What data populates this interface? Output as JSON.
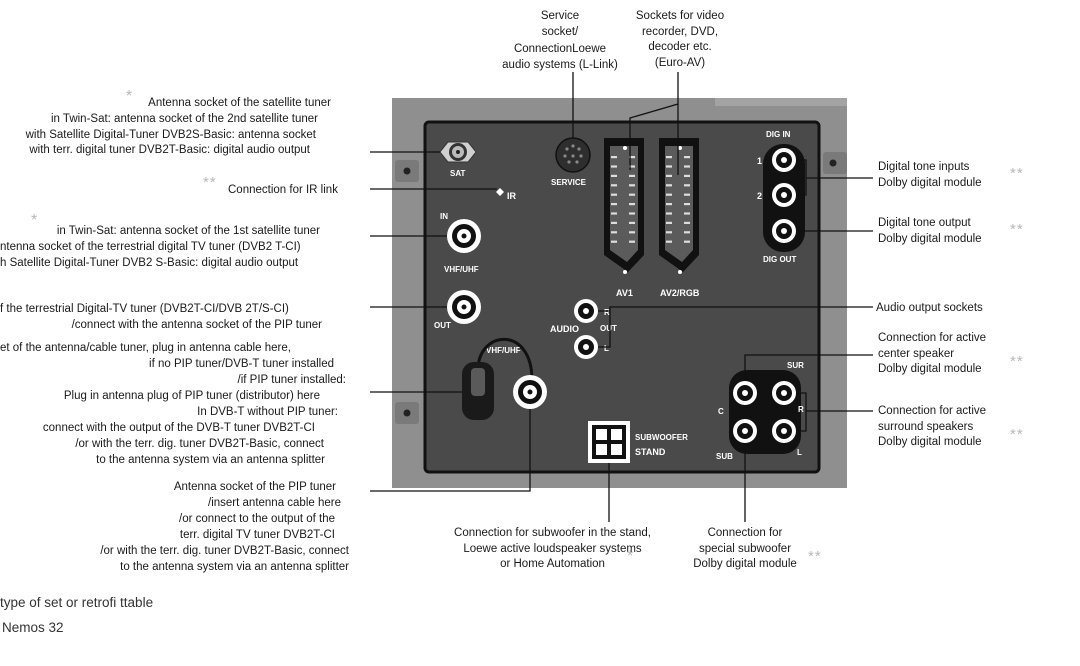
{
  "panel": {
    "sat": "SAT",
    "service": "SERVICE",
    "ir": "IR",
    "in": "IN",
    "vhf_uhf": "VHF/UHF",
    "out": "OUT",
    "vhf_uhf_2": "VHF/UHF",
    "audio": "AUDIO",
    "audio_out": "OUT",
    "audio_r": "R",
    "audio_l": "L",
    "av1": "AV1",
    "av2": "AV2/RGB",
    "dig_in": "DIG IN",
    "dig_1": "1",
    "dig_2": "2",
    "dig_out": "DIG OUT",
    "sur": "SUR",
    "c": "C",
    "r": "R",
    "sub": "SUB",
    "l": "L",
    "subwoofer": "SUBWOOFER",
    "stand": "STAND"
  },
  "labels": {
    "service_socket": [
      "Service",
      "socket/",
      "ConnectionLoewe",
      "audio systems (L-Link)"
    ],
    "sockets_video": [
      "Sockets for video",
      "recorder, DVD,",
      "decoder etc.",
      "(Euro-AV)"
    ],
    "sat_antenna": [
      "Antenna socket of the satellite tuner",
      "in Twin-Sat: antenna socket of the 2nd satellite tuner",
      "with Satellite Digital-Tuner DVB2S-Basic: antenna socket",
      "with terr. digital tuner DVB2T-Basic: digital audio output"
    ],
    "ir_link": "Connection for IR link",
    "in_socket": [
      "in Twin-Sat: antenna socket of the 1st satellite tuner",
      "ntenna socket of the terrestrial digital TV tuner (DVB2 T-CI)",
      "h Satellite Digital-Tuner DVB2 S-Basic: digital audio output"
    ],
    "out_socket": [
      "f the terrestrial Digital-TV tuner (DVB2T-CI/DVB 2T/S-CI)",
      "/connect with the antenna socket of the PIP tuner"
    ],
    "vhf_uhf_plug": [
      "et of the antenna/cable tuner, plug in antenna cable here,",
      "if no PIP tuner/DVB-T tuner installed",
      "/if PIP tuner installed:",
      "Plug in antenna plug of PIP tuner (distributor) here",
      "In DVB-T without PIP tuner:",
      "connect with the output of the DVB-T tuner DVB2T-CI",
      "/or with the terr. dig. tuner DVB2T-Basic, connect",
      "to the antenna system via an antenna splitter"
    ],
    "pip_antenna": [
      "Antenna socket of the PIP tuner",
      "/insert antenna cable here",
      "/or connect to the output of the",
      "terr. digital TV tuner DVB2T-CI",
      "/or with the terr. dig. tuner DVB2T-Basic, connect",
      "to the antenna system via an antenna splitter"
    ],
    "digital_in": [
      "Digital tone inputs",
      "Dolby digital module"
    ],
    "digital_out": [
      "Digital tone output",
      "Dolby digital module"
    ],
    "audio_out": "Audio output sockets",
    "center_speaker": [
      "Connection for active",
      "center speaker",
      "Dolby digital module"
    ],
    "surround": [
      "Connection for active",
      "surround speakers",
      "Dolby digital module"
    ],
    "subwoofer_stand": [
      "Connection for subwoofer in the stand,",
      "Loewe active loudspeaker systems",
      "or Home Automation"
    ],
    "special_sub": [
      "Connection for",
      "special subwoofer",
      "Dolby digital module"
    ],
    "star": "*",
    "stars": "**"
  },
  "footer": {
    "line1": "type of set or retrofi ttable",
    "line2": "Nemos 32"
  }
}
